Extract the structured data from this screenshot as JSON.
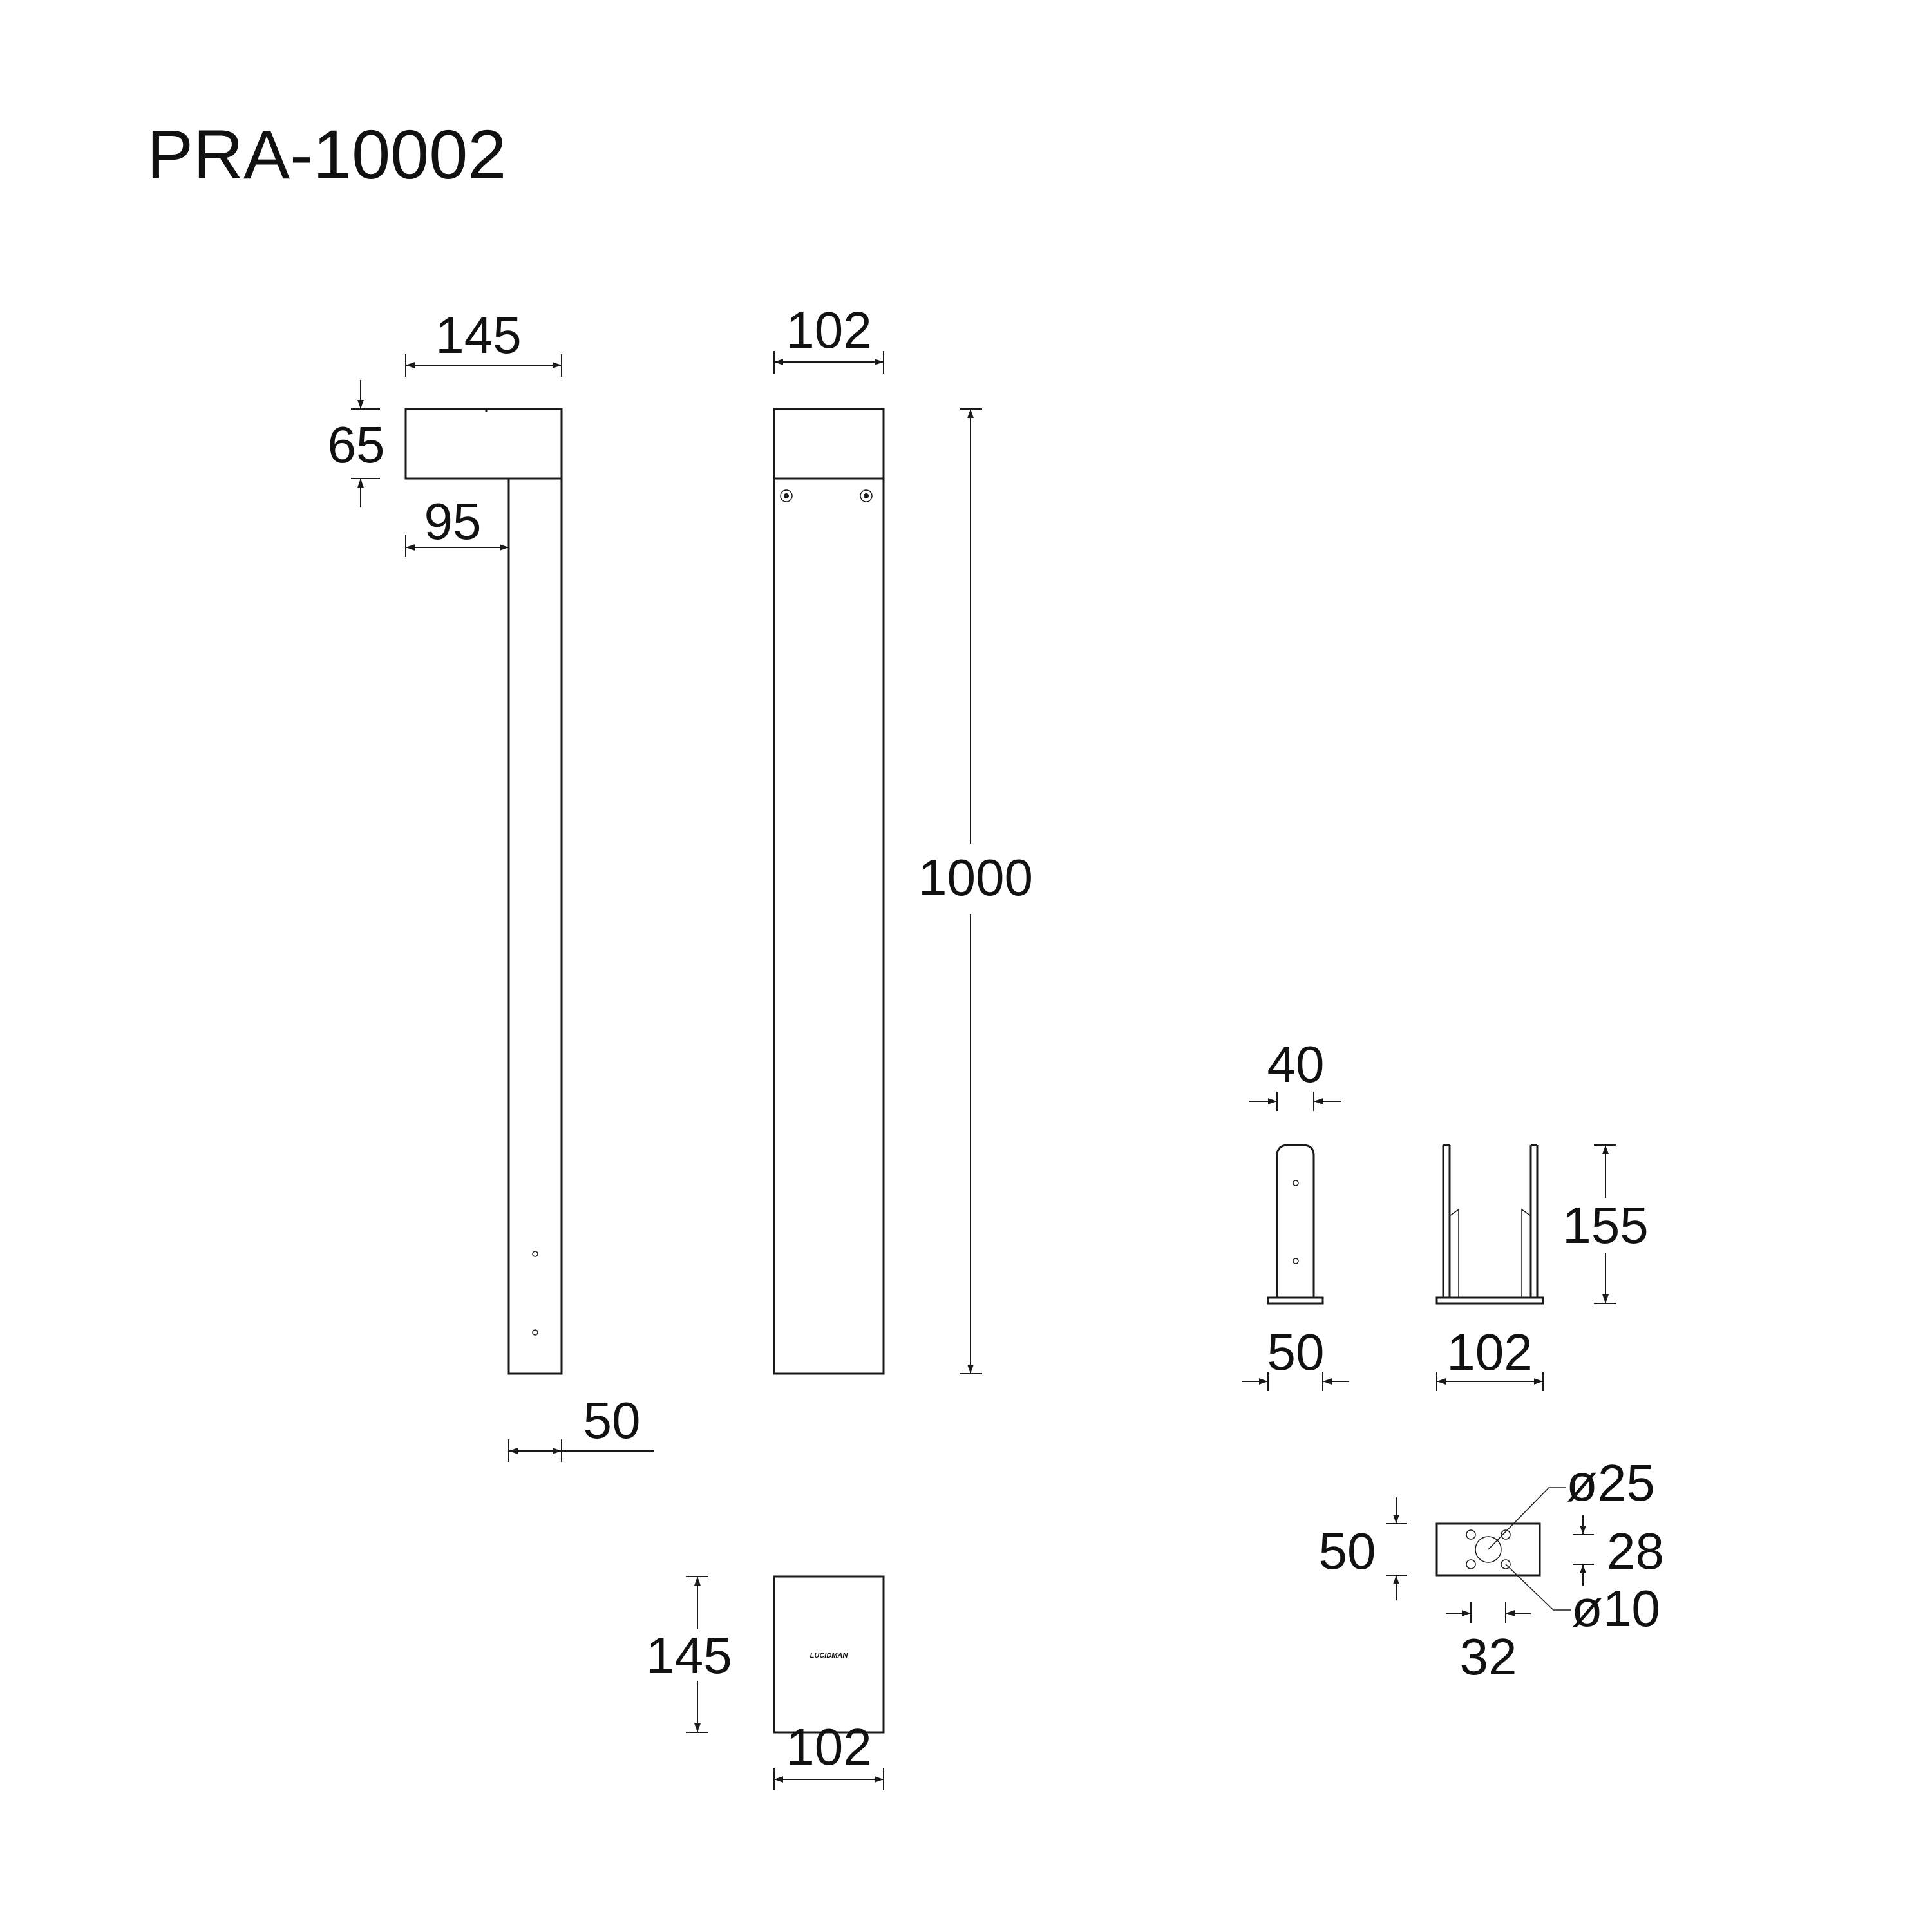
{
  "title": "PRA-10002",
  "logo_text": "LUCIDMAN",
  "side_view": {
    "head_width": "145",
    "head_height": "65",
    "arm_length": "95",
    "pole_width": "50"
  },
  "front_view": {
    "width": "102",
    "height": "1000"
  },
  "top_view": {
    "depth": "145",
    "width": "102"
  },
  "bracket_side": {
    "top_width": "40",
    "base_width": "50"
  },
  "bracket_front": {
    "height": "155",
    "base_width": "102"
  },
  "base_plate": {
    "depth": "50",
    "center_hole": "ø25",
    "hole_spacing_y": "28",
    "small_hole": "ø10",
    "hole_spacing_x": "32"
  },
  "colors": {
    "line": "#1a1a1a",
    "background": "#ffffff"
  },
  "icons": [
    "arrow-icon",
    "hole-icon"
  ]
}
